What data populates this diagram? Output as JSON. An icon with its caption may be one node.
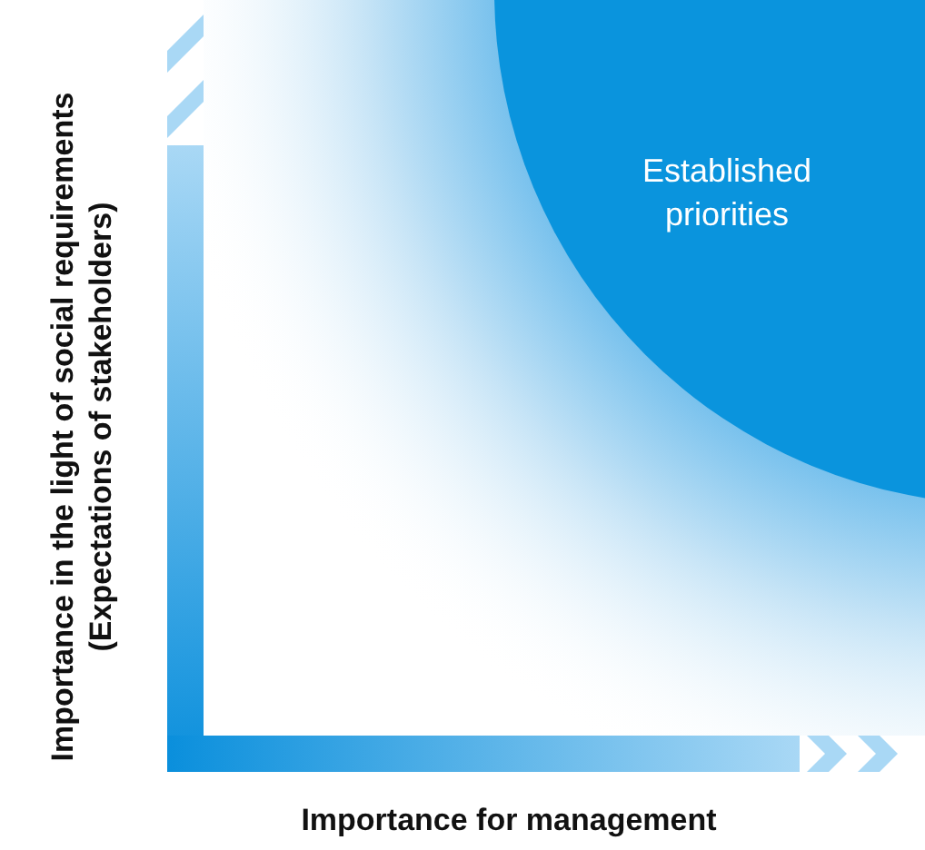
{
  "diagram": {
    "nodes": [
      {
        "text": [
          "Established priorities"
        ]
      }
    ],
    "labels": [
      "Importance in the light of social requirements (Expectations of stakeholders)",
      "Importance for management"
    ]
  }
}
